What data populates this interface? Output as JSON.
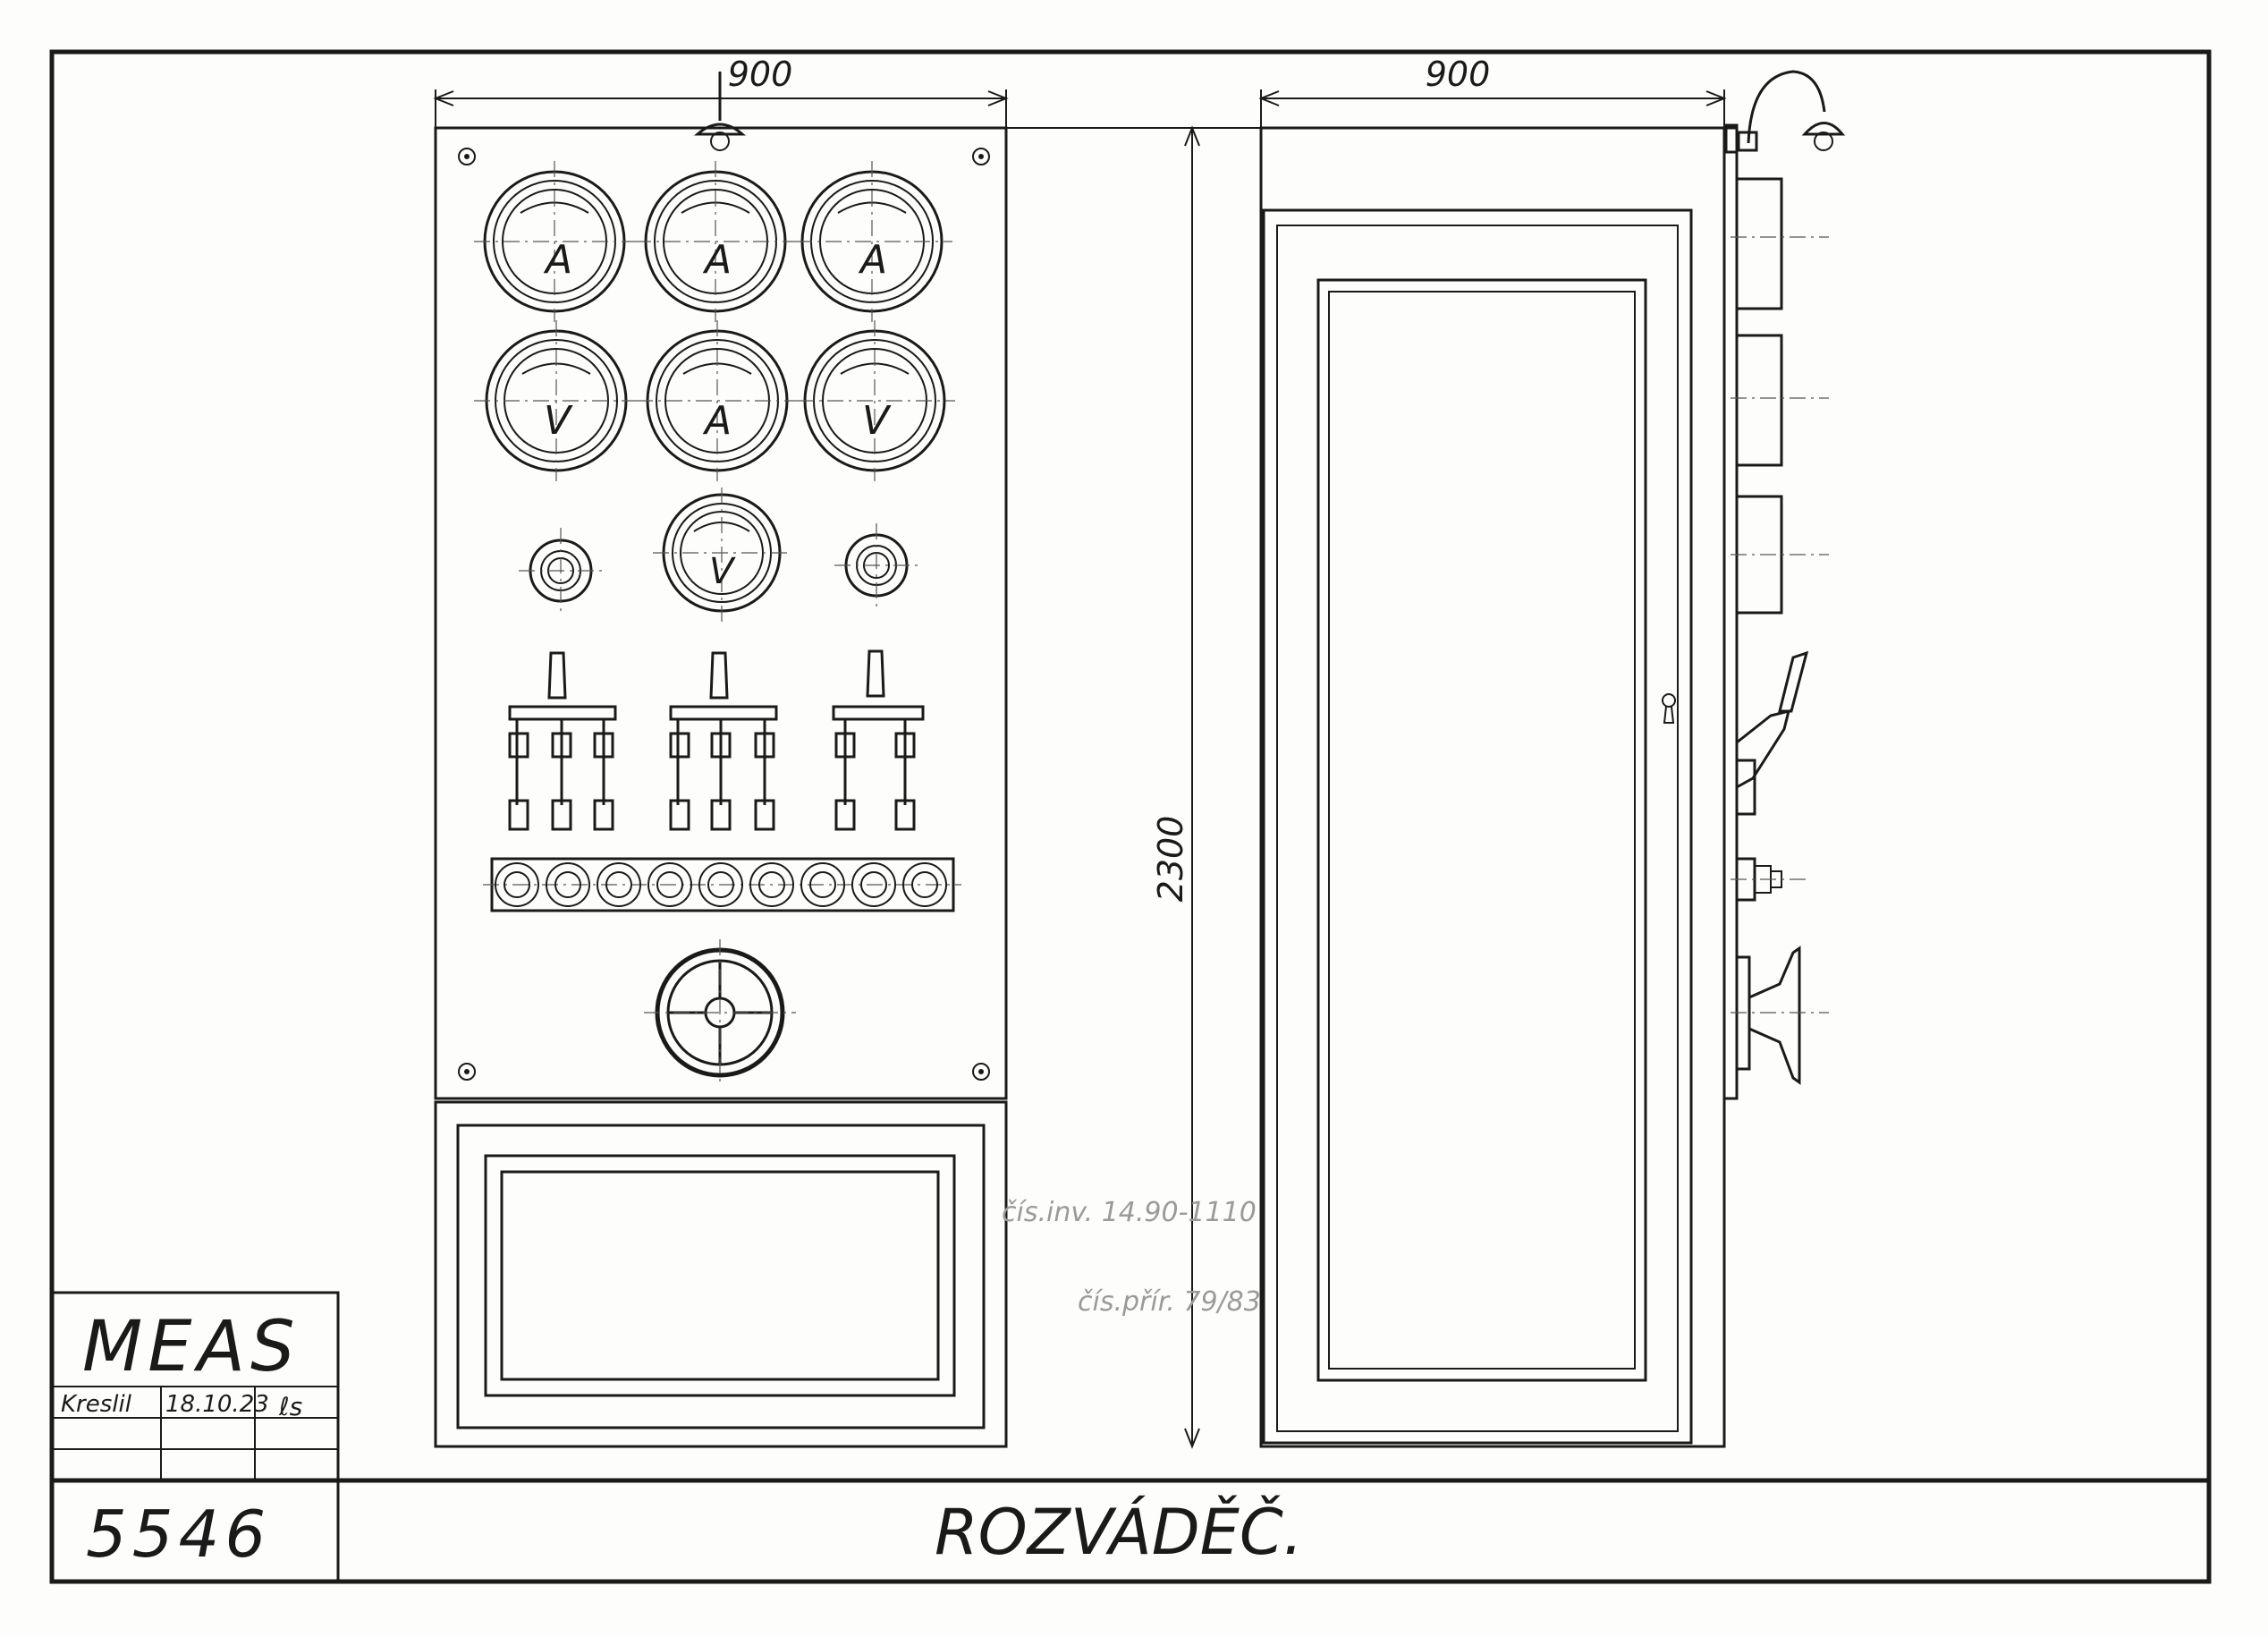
{
  "dimensions": {
    "front_width": "900",
    "side_width": "900",
    "height": "2300"
  },
  "front_panel": {
    "meters_row1": [
      "A",
      "A",
      "A"
    ],
    "meters_row2": [
      "V",
      "A",
      "V"
    ],
    "meter_row3": "V"
  },
  "title_block": {
    "company": "MEAS",
    "drawn_by_label": "Kreslil",
    "date": "18.10.23",
    "initials": "ℓs",
    "drawing_number": "5546",
    "title": "ROZVÁDĚČ."
  },
  "pencil_notes": {
    "inventory": "čís.inv. 14.90-1110",
    "registration": "čís.přír. 79/83"
  }
}
